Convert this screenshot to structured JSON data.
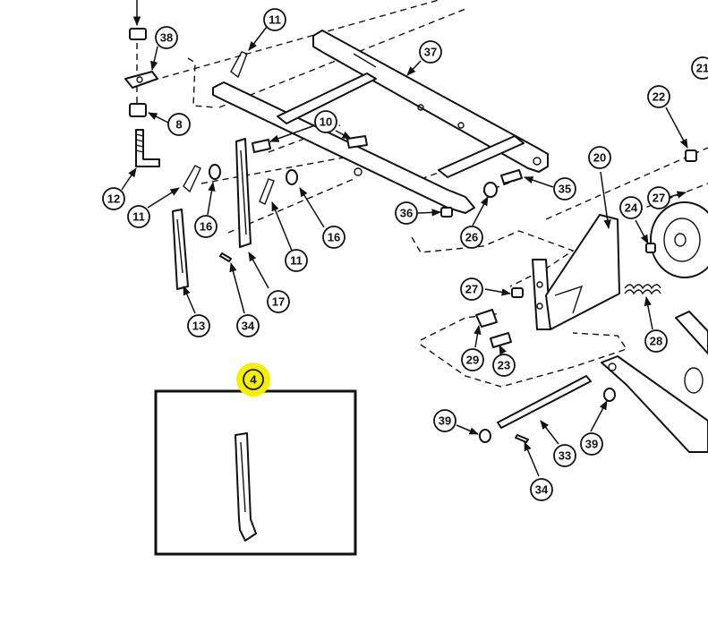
{
  "highlight_color": "#f5f000",
  "line_color": "#111111",
  "callouts": [
    {
      "label": "38"
    },
    {
      "label": "11"
    },
    {
      "label": "37"
    },
    {
      "label": "8"
    },
    {
      "label": "10"
    },
    {
      "label": "12"
    },
    {
      "label": "11"
    },
    {
      "label": "16"
    },
    {
      "label": "16"
    },
    {
      "label": "11"
    },
    {
      "label": "17"
    },
    {
      "label": "13"
    },
    {
      "label": "34"
    },
    {
      "label": "36"
    },
    {
      "label": "26"
    },
    {
      "label": "35"
    },
    {
      "label": "20"
    },
    {
      "label": "22"
    },
    {
      "label": "21"
    },
    {
      "label": "27"
    },
    {
      "label": "24"
    },
    {
      "label": "27"
    },
    {
      "label": "29"
    },
    {
      "label": "23"
    },
    {
      "label": "28"
    },
    {
      "label": "39"
    },
    {
      "label": "33"
    },
    {
      "label": "39"
    },
    {
      "label": "34"
    }
  ],
  "inset": {
    "label": "4"
  }
}
